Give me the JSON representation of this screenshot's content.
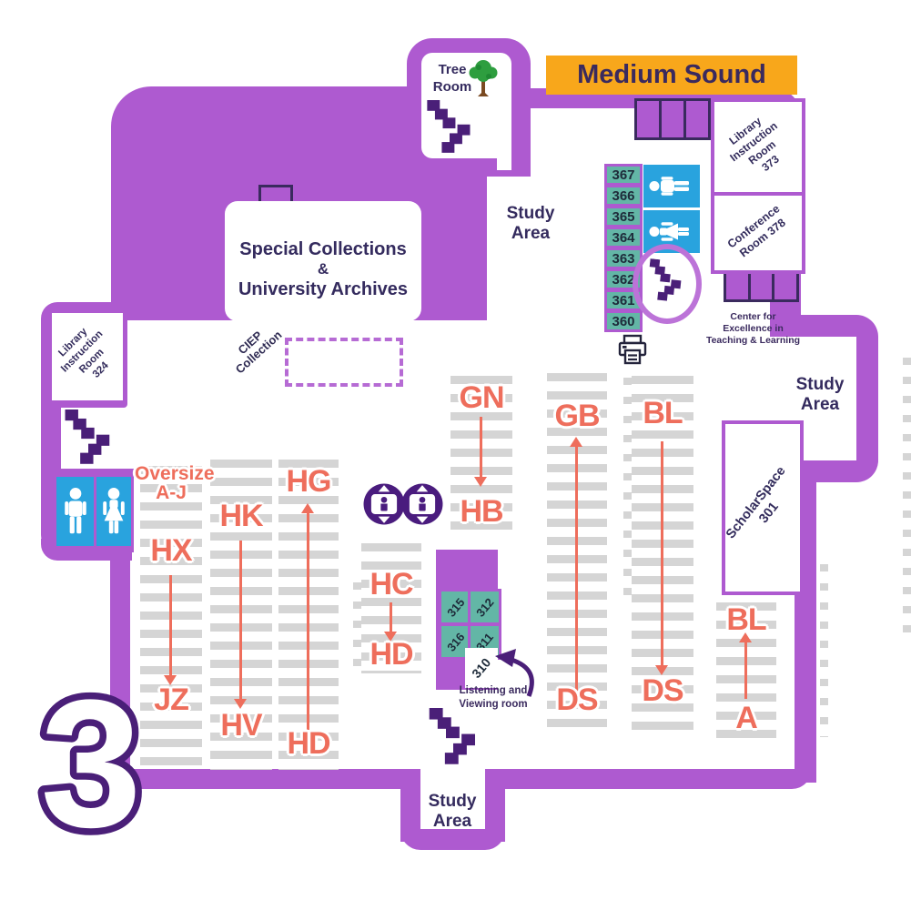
{
  "floor_number": "3",
  "banner_label": "Medium Sound",
  "tree_room": {
    "line1": "Tree",
    "line2": "Room"
  },
  "study_area": {
    "line1": "Study",
    "line2": "Area"
  },
  "special_collections": {
    "line1": "Special Collections",
    "line2": "&",
    "line3": "University Archives"
  },
  "ciep": {
    "line1": "CIEP",
    "line2": "Collection"
  },
  "oversize": {
    "line1": "Oversize",
    "line2": "A-J"
  },
  "rooms": {
    "lib324": {
      "line1": "Library",
      "line2": "Instruction",
      "line3": "Room",
      "line4": "324"
    },
    "lib373": {
      "line1": "Library",
      "line2": "Instruction Room",
      "line3": "373"
    },
    "conf378": {
      "line1": "Conference",
      "line2": "Room 378"
    },
    "scholarspace": {
      "line1": "ScholarSpace",
      "line2": "301"
    },
    "cetl": {
      "line1": "Center for",
      "line2": "Excellence in",
      "line3": "Teaching & Learning"
    },
    "numbered": [
      "367",
      "366",
      "365",
      "364",
      "363",
      "362",
      "361",
      "360"
    ],
    "listening": {
      "cells": [
        "315",
        "312",
        "316",
        "311"
      ],
      "room310": "310",
      "label_line1": "Listening and",
      "label_line2": "Viewing room"
    }
  },
  "stacks": [
    {
      "id": "hx-jz",
      "top": "HX",
      "bottom": "JZ",
      "arrow": "down"
    },
    {
      "id": "hk-hv",
      "top": "HK",
      "bottom": "HV",
      "arrow": "down"
    },
    {
      "id": "hg-hd",
      "top": "HG",
      "bottom": "HD",
      "arrow": "up"
    },
    {
      "id": "hc-hd",
      "top": "HC",
      "bottom": "HD",
      "arrow": "down"
    },
    {
      "id": "gn-hb",
      "top": "GN",
      "bottom": "HB",
      "arrow": "down"
    },
    {
      "id": "gb-ds",
      "top": "GB",
      "bottom": "DS",
      "arrow": "up"
    },
    {
      "id": "bl-ds",
      "top": "BL",
      "bottom": "DS",
      "arrow": "down"
    },
    {
      "id": "bl-a",
      "top": "BL",
      "bottom": "A",
      "arrow": "up"
    }
  ],
  "icons": [
    "tree-icon",
    "stairs-icon",
    "spiral-stairs-icon",
    "restroom-men-icon",
    "restroom-women-icon",
    "elevator-icon",
    "printer-icon",
    "curved-arrow-icon",
    "direction-arrow-icon"
  ],
  "colors": {
    "purple": "#AE5AD0",
    "dark_purple": "#4A1F78",
    "ink": "#342B5E",
    "salmon": "#EE6E5C",
    "banner_orange": "#F8A71B",
    "teal": "#63B6A6",
    "blue": "#29A3DE",
    "shelf_gray": "#D5D5D5"
  }
}
